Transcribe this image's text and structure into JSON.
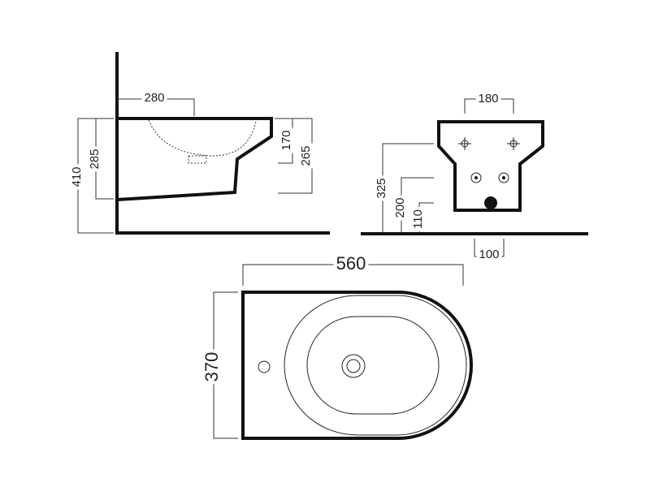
{
  "side_view": {
    "dims": {
      "depth_top": "280",
      "height_total": "410",
      "height_bottom": "285",
      "height_rim": "170",
      "height_outlet": "265"
    }
  },
  "front_view": {
    "dims": {
      "width_top": "180",
      "fixing_height": "325",
      "supply_height": "200",
      "drain_height": "110",
      "drain_offset": "100"
    }
  },
  "top_view": {
    "dims": {
      "length": "560",
      "width": "370"
    }
  }
}
